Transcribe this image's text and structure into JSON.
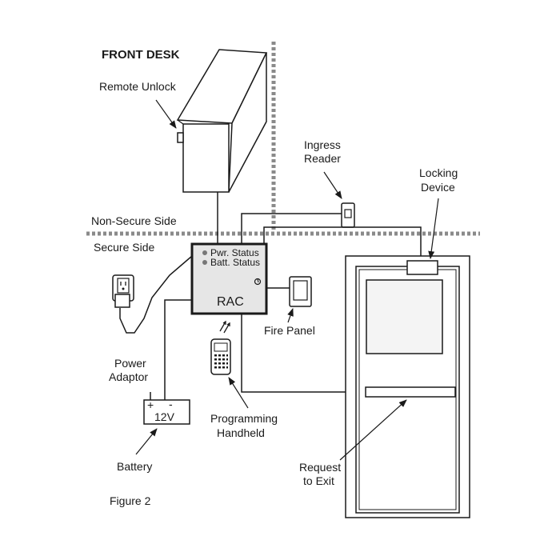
{
  "labels": {
    "front_desk": "FRONT DESK",
    "remote_unlock": "Remote Unlock",
    "ingress_reader_line1": "Ingress",
    "ingress_reader_line2": "Reader",
    "locking_device_line1": "Locking",
    "locking_device_line2": "Device",
    "non_secure_side": "Non-Secure Side",
    "secure_side": "Secure Side",
    "pwr_status": "Pwr. Status",
    "batt_status": "Batt. Status",
    "rac": "RAC",
    "fire_panel": "Fire Panel",
    "power_adaptor_line1": "Power",
    "power_adaptor_line2": "Adaptor",
    "battery_voltage": "12V",
    "battery_plus": "+",
    "battery_minus": "-",
    "battery": "Battery",
    "programming_handheld_line1": "Programming",
    "programming_handheld_line2": "Handheld",
    "request_to_exit_line1": "Request",
    "request_to_exit_line2": "to Exit",
    "figure_caption": "Figure 2"
  },
  "colors": {
    "ink": "#1a1a1a",
    "boundary": "#8a8a8a",
    "rac_fill": "#e6e6e6",
    "led": "#777777",
    "door_glass": "#f4f4f4"
  }
}
